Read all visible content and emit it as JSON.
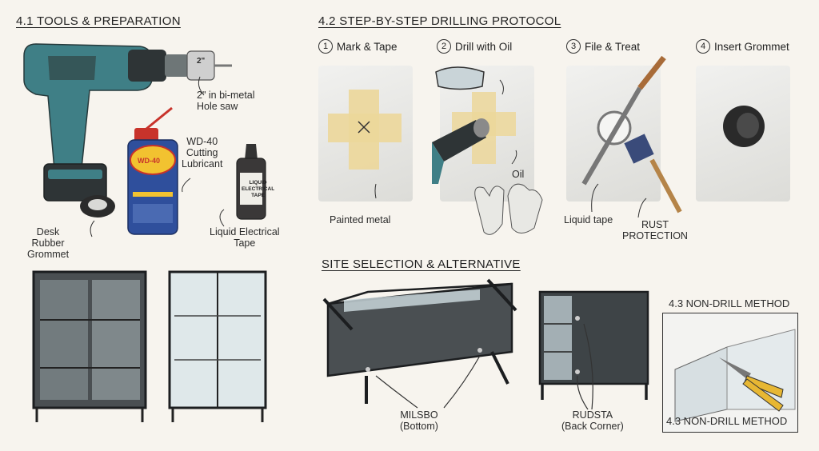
{
  "sections": {
    "tools": "4.1 TOOLS & PREPARATION",
    "protocol": "4.2 STEP-BY-STEP DRILLING PROTOCOL",
    "site": "SITE SELECTION & ALTERNATIVE",
    "nondrill_top": "4.3 NON-DRILL METHOD",
    "nondrill_bottom": "4.3 NON-DRILL METHOD"
  },
  "tools": {
    "holesaw_line1": "2\" in bi-metal",
    "holesaw_line2": "Hole saw",
    "holesaw_mark": "2\"",
    "lube_line1": "WD-40",
    "lube_line2": "Cutting",
    "lube_line3": "Lubricant",
    "can_brand": "WD-40",
    "tape_line1": "Liquid Electrical",
    "tape_line2": "Tape",
    "bottle_line1": "LIQUID",
    "bottle_line2": "ELECTRICAL",
    "bottle_line3": "TAPE",
    "grommet_line1": "Desk",
    "grommet_line2": "Rubber",
    "grommet_line3": "Grommet"
  },
  "steps": [
    {
      "num": "1",
      "title": "Mark & Tape"
    },
    {
      "num": "2",
      "title": "Drill with Oil"
    },
    {
      "num": "3",
      "title": "File & Treat"
    },
    {
      "num": "4",
      "title": "Insert Grommet"
    }
  ],
  "step_labels": {
    "painted": "Painted metal",
    "oil": "Oil",
    "liquid_tape": "Liquid tape",
    "rust1": "RUST",
    "rust2": "PROTECTION"
  },
  "site": {
    "milsbo1": "MILSBO",
    "milsbo2": "(Bottom)",
    "rudsta1": "RUDSTA",
    "rudsta2": "(Back Corner)"
  },
  "colors": {
    "drill_teal": "#3f7f86",
    "drill_dark": "#2e3436",
    "tape_yellow": "#ecd79a",
    "can_blue": "#2f4f9c",
    "can_yellow": "#f2c230",
    "can_red": "#c8332b",
    "snip_yellow": "#e7b733"
  },
  "icons": [
    "drill-icon",
    "hole-saw-icon",
    "wd40-can-icon",
    "tape-bottle-icon",
    "grommet-icon",
    "goggles-icon",
    "gloves-icon",
    "file-icon",
    "brush-icon",
    "tin-snips-icon",
    "cabinet-icon"
  ]
}
